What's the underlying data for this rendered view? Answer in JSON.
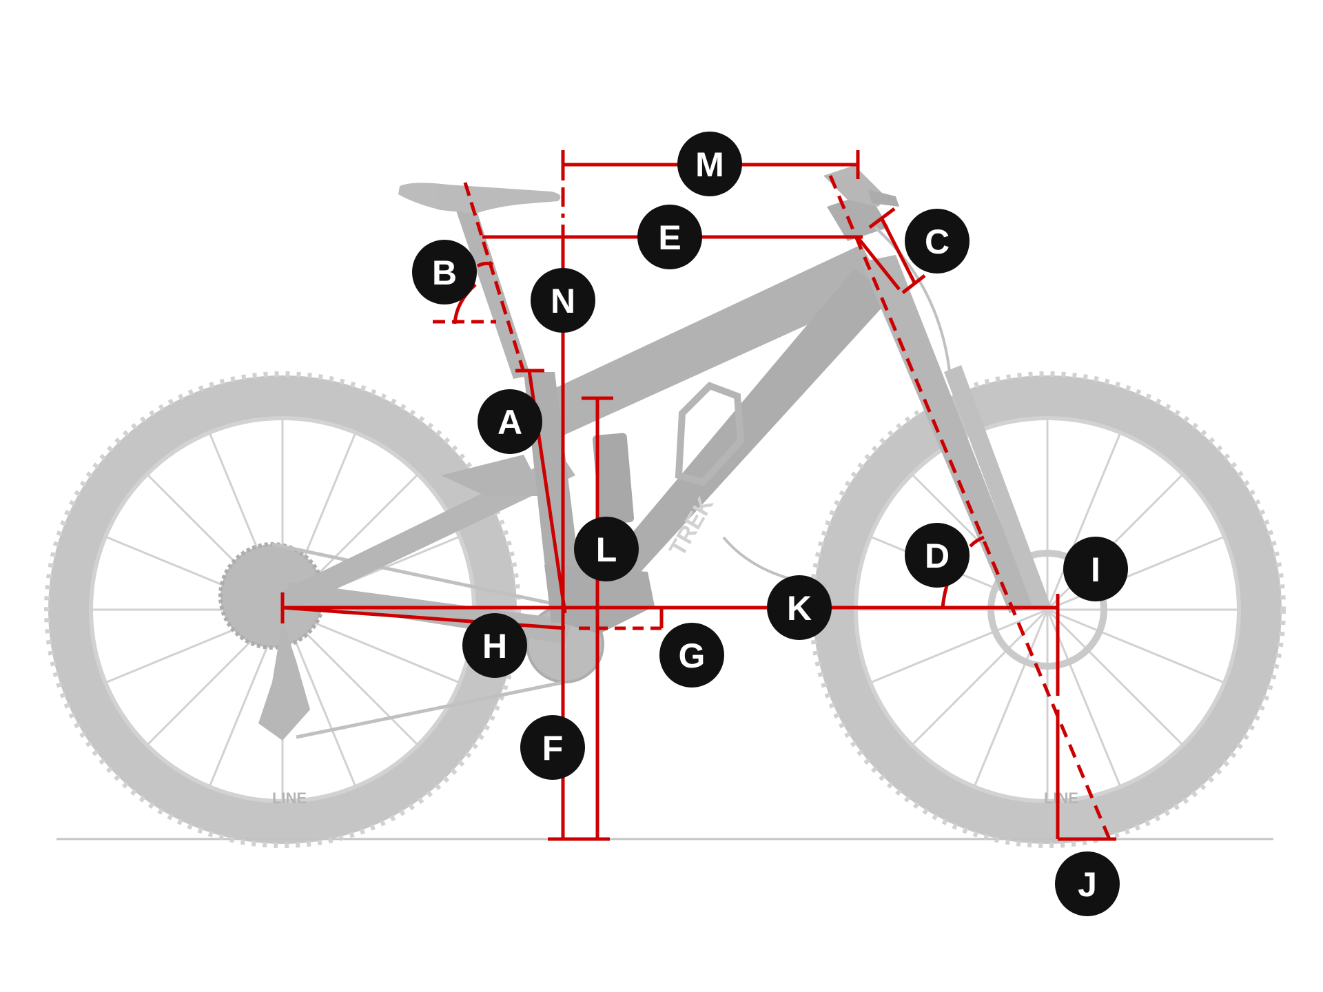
{
  "labels": {
    "A": "A",
    "B": "B",
    "C": "C",
    "D": "D",
    "E": "E",
    "F": "F",
    "G": "G",
    "H": "H",
    "I": "I",
    "J": "J",
    "K": "K",
    "L": "L",
    "M": "M",
    "N": "N"
  },
  "bike": {
    "brand_mark": "TREK",
    "tire_brand_rear": "LINE",
    "tire_brand_front": "LINE"
  },
  "colors": {
    "measure": "#cc0000",
    "bike": "#bdbdbd",
    "bike_dark": "#a9a9a9",
    "badge": "#111111",
    "ground": "#bfbfbf"
  }
}
